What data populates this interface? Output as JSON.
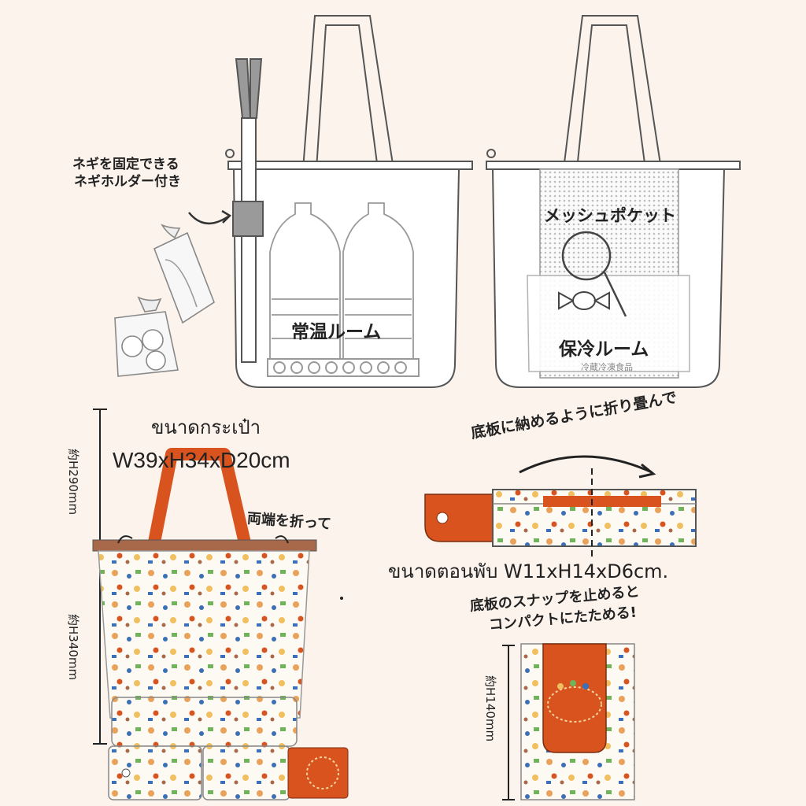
{
  "top_left_bag": {
    "leek_holder_line1": "ネギを固定できる",
    "leek_holder_line2": "ネギホルダー付き",
    "room_label": "常温ルーム"
  },
  "top_right_bag": {
    "mesh_pocket_label": "メッシュポケット",
    "cool_room_label": "保冷ルーム",
    "cool_room_sub": "冷蔵冷凍食品"
  },
  "bottom_left": {
    "bag_size_title": "ขนาดกระเป๋า",
    "bag_size_value": "W39xH34xD20cm",
    "height_upper": "約H290mm",
    "height_lower": "約H340mm",
    "fold_ends_label": "両端を折って"
  },
  "bottom_right": {
    "fold_instruction_arc": "底板に納めるように折り畳んで",
    "folded_size": "ขนาดตอนพับ W11xH14xD6cm.",
    "snap_line1": "底板のスナップを止めると",
    "snap_line2": "コンパクトにたためる!",
    "height_compact": "約H140mm"
  },
  "colors": {
    "background": "#fbf3ec",
    "accent_orange": "#d9531e",
    "line": "#555555"
  }
}
